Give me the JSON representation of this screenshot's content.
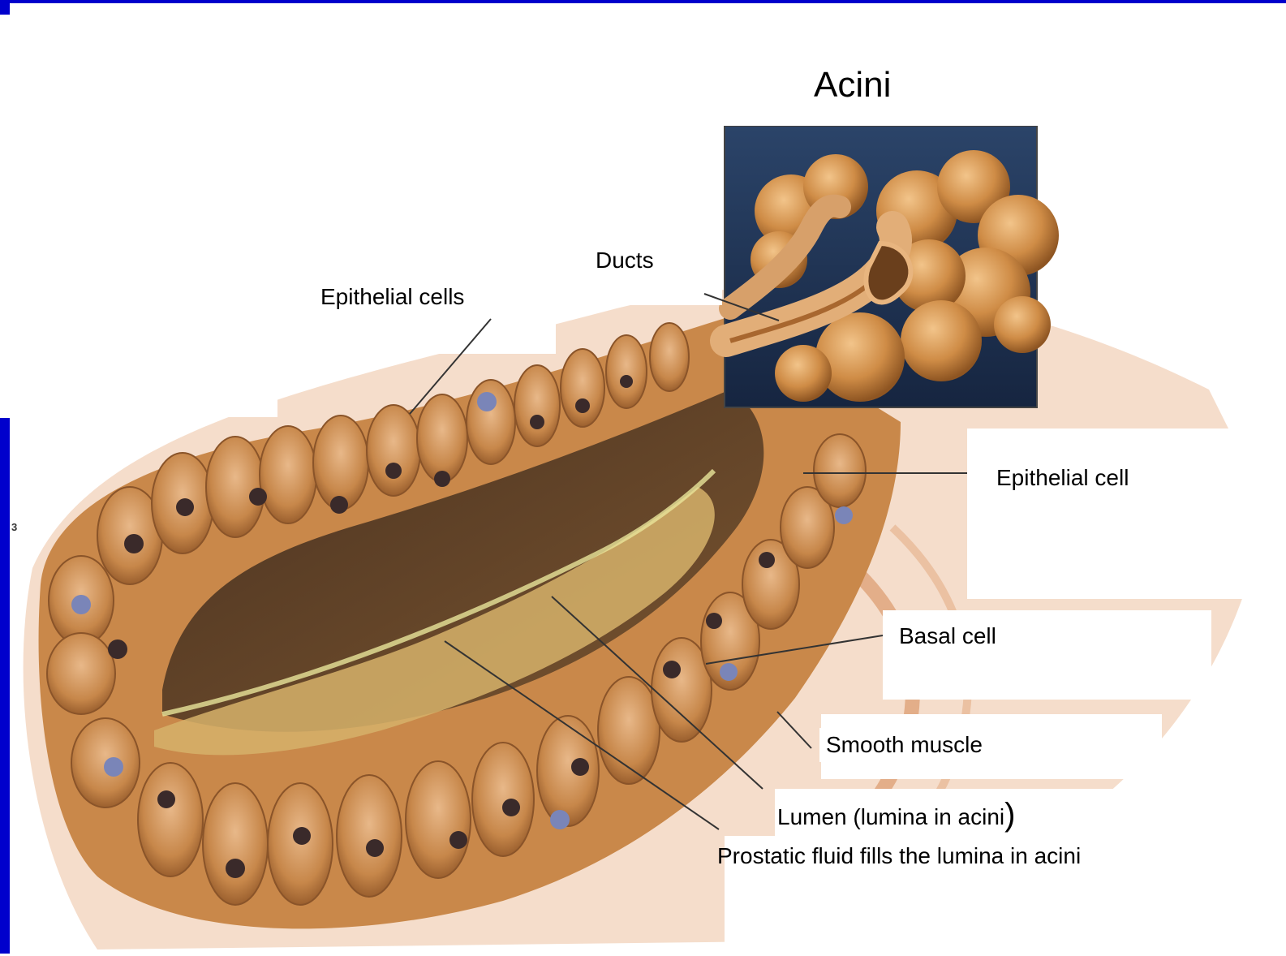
{
  "title": "Acini",
  "page_number": "3",
  "labels": {
    "ducts": "Ducts",
    "epithelial_cells": "Epithelial cells",
    "epithelial_cell": "Epithelial cell",
    "basal_cell": "Basal cell",
    "smooth_muscle": "Smooth muscle",
    "lumen": "Lumen (lumina in acini",
    "lumen_paren": ")",
    "prostatic_fluid": "Prostatic fluid fills the lumina in acini"
  },
  "colors": {
    "frame_blue": "#0000cc",
    "tissue": "#c9884a",
    "cell_nucleus": "#3a2a2a",
    "inset_bg": "#1f3352",
    "acini": "#c98a45"
  }
}
